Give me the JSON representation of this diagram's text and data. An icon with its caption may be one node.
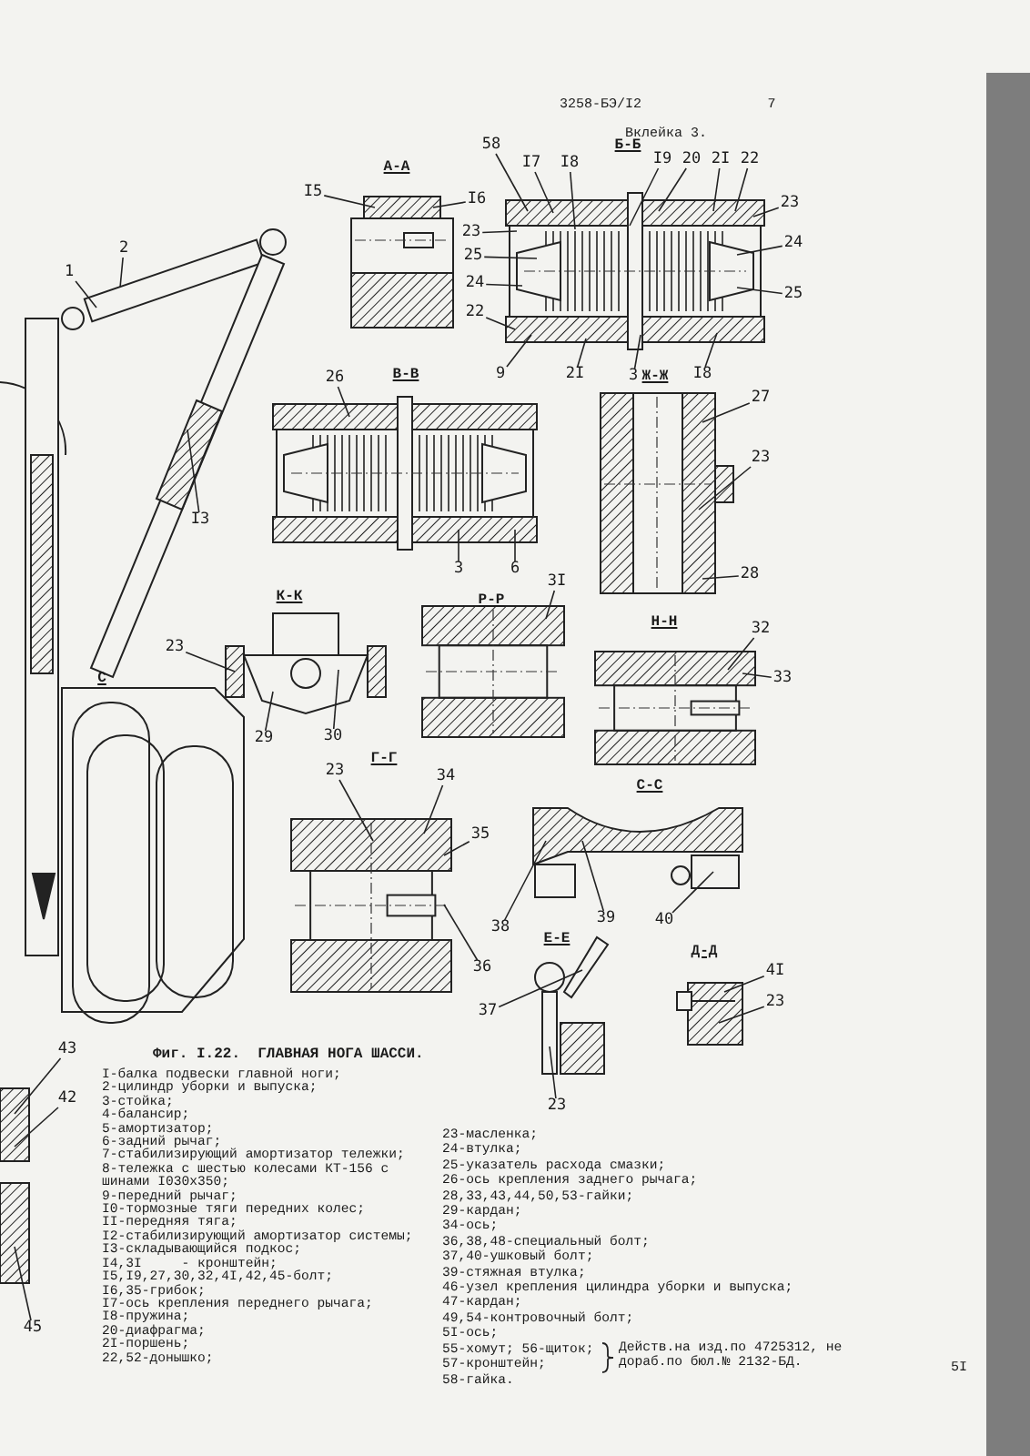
{
  "diagram": {
    "caption": "Фиг. I.22.  ГЛАВНАЯ НОГА ШАССИ.",
    "nodes": [
      {
        "text": [
          "58"
        ]
      },
      {
        "text": [
          "I7"
        ]
      },
      {
        "text": [
          "I8"
        ]
      },
      {
        "text": [
          "I9"
        ]
      },
      {
        "text": [
          "20"
        ]
      },
      {
        "text": [
          "2I"
        ]
      },
      {
        "text": [
          "22"
        ]
      },
      {
        "text": [
          "I5"
        ]
      },
      {
        "text": [
          "I6"
        ]
      },
      {
        "text": [
          "2"
        ]
      },
      {
        "text": [
          "1"
        ]
      },
      {
        "text": [
          "23"
        ]
      },
      {
        "text": [
          "23"
        ]
      },
      {
        "text": [
          "25"
        ]
      },
      {
        "text": [
          "24"
        ]
      },
      {
        "text": [
          "24"
        ]
      },
      {
        "text": [
          "25"
        ]
      },
      {
        "text": [
          "22"
        ]
      },
      {
        "text": [
          "9"
        ]
      },
      {
        "text": [
          "2I"
        ]
      },
      {
        "text": [
          "3"
        ]
      },
      {
        "text": [
          "I8"
        ]
      },
      {
        "text": [
          "26"
        ]
      },
      {
        "text": [
          "27"
        ]
      },
      {
        "text": [
          "23"
        ]
      },
      {
        "text": [
          "I3"
        ]
      },
      {
        "text": [
          "6"
        ]
      },
      {
        "text": [
          "3"
        ]
      },
      {
        "text": [
          "28"
        ]
      },
      {
        "text": [
          "3I"
        ]
      },
      {
        "text": [
          "32"
        ]
      },
      {
        "text": [
          "23"
        ]
      },
      {
        "text": [
          "33"
        ]
      },
      {
        "text": [
          "29"
        ]
      },
      {
        "text": [
          "30"
        ]
      },
      {
        "text": [
          "23"
        ]
      },
      {
        "text": [
          "34"
        ]
      },
      {
        "text": [
          "35"
        ]
      },
      {
        "text": [
          "39"
        ]
      },
      {
        "text": [
          "40"
        ]
      },
      {
        "text": [
          "38"
        ]
      },
      {
        "text": [
          "4I"
        ]
      },
      {
        "text": [
          "36"
        ]
      },
      {
        "text": [
          "23"
        ]
      },
      {
        "text": [
          "37"
        ]
      },
      {
        "text": [
          "43"
        ]
      },
      {
        "text": [
          "42"
        ]
      },
      {
        "text": [
          "23"
        ]
      },
      {
        "text": [
          "45"
        ]
      }
    ],
    "edges": [
      {
        "from": 0,
        "to": null,
        "arrow": "none"
      },
      {
        "from": 1,
        "to": null,
        "arrow": "none"
      },
      {
        "from": 2,
        "to": null,
        "arrow": "none"
      },
      {
        "from": 3,
        "to": null,
        "arrow": "none"
      },
      {
        "from": 4,
        "to": null,
        "arrow": "none"
      },
      {
        "from": 5,
        "to": null,
        "arrow": "none"
      },
      {
        "from": 6,
        "to": null,
        "arrow": "none"
      },
      {
        "from": 7,
        "to": null,
        "arrow": "none"
      },
      {
        "from": 8,
        "to": null,
        "arrow": "none"
      },
      {
        "from": 9,
        "to": null,
        "arrow": "none"
      },
      {
        "from": 10,
        "to": null,
        "arrow": "none"
      },
      {
        "from": 11,
        "to": null,
        "arrow": "none"
      },
      {
        "from": 12,
        "to": null,
        "arrow": "none"
      },
      {
        "from": 13,
        "to": null,
        "arrow": "none"
      },
      {
        "from": 14,
        "to": null,
        "arrow": "none"
      },
      {
        "from": 15,
        "to": null,
        "arrow": "none"
      },
      {
        "from": 16,
        "to": null,
        "arrow": "none"
      },
      {
        "from": 17,
        "to": null,
        "arrow": "none"
      },
      {
        "from": 18,
        "to": null,
        "arrow": "none"
      },
      {
        "from": 19,
        "to": null,
        "arrow": "none"
      },
      {
        "from": 20,
        "to": null,
        "arrow": "none"
      },
      {
        "from": 21,
        "to": null,
        "arrow": "none"
      },
      {
        "from": 22,
        "to": null,
        "arrow": "none"
      },
      {
        "from": 23,
        "to": null,
        "arrow": "none"
      },
      {
        "from": 24,
        "to": null,
        "arrow": "none"
      },
      {
        "from": 25,
        "to": null,
        "arrow": "none"
      },
      {
        "from": 26,
        "to": null,
        "arrow": "none"
      },
      {
        "from": 27,
        "to": null,
        "arrow": "none"
      },
      {
        "from": 28,
        "to": null,
        "arrow": "none"
      },
      {
        "from": 29,
        "to": null,
        "arrow": "none"
      },
      {
        "from": 30,
        "to": null,
        "arrow": "none"
      },
      {
        "from": 31,
        "to": null,
        "arrow": "none"
      },
      {
        "from": 32,
        "to": null,
        "arrow": "none"
      },
      {
        "from": 33,
        "to": null,
        "arrow": "none"
      },
      {
        "from": 34,
        "to": null,
        "arrow": "none"
      },
      {
        "from": 35,
        "to": null,
        "arrow": "none"
      },
      {
        "from": 36,
        "to": null,
        "arrow": "none"
      },
      {
        "from": 37,
        "to": null,
        "arrow": "none"
      },
      {
        "from": 38,
        "to": null,
        "arrow": "none"
      },
      {
        "from": 39,
        "to": null,
        "arrow": "none"
      },
      {
        "from": 40,
        "to": null,
        "arrow": "none"
      },
      {
        "from": 41,
        "to": null,
        "arrow": "none"
      },
      {
        "from": 42,
        "to": null,
        "arrow": "none"
      },
      {
        "from": 43,
        "to": null,
        "arrow": "none"
      },
      {
        "from": 44,
        "to": null,
        "arrow": "none"
      },
      {
        "from": 45,
        "to": null,
        "arrow": "none"
      },
      {
        "from": 46,
        "to": null,
        "arrow": "none"
      },
      {
        "from": 47,
        "to": null,
        "arrow": "none"
      },
      {
        "from": 48,
        "to": null,
        "arrow": "none"
      }
    ],
    "labels": [
      "3258-БЭ/I2",
      "7",
      "Вклейка 3.",
      "А-А",
      "Б-Б",
      "В-В",
      "Ж-Ж",
      "К-К",
      "Р-Р",
      "Н-Н",
      "Г-Г",
      "С-С",
      "Е-Е",
      "Д-Д",
      "С",
      "I-балка подвески главной ноги;",
      "2-цилиндр уборки и выпуска;",
      "3-стойка;",
      "4-балансир;",
      "5-амортизатор;",
      "6-задний рычаг;",
      "7-стабилизирующий амортизатор тележки;",
      "8-тележка с шестью колесами КТ-156 с шинами I030х350;",
      "9-передний рычаг;",
      "I0-тормозные тяги передних колес;",
      "II-передняя тяга;",
      "I2-стабилизирующий амортизатор системы;",
      "I3-складывающийся подкос;",
      "I4,3I     - кронштейн;",
      "I5,I9,27,30,32,4I,42,45-болт;",
      "I6,35-грибок;",
      "I7-ось крепления переднего рычага;",
      "I8-пружина;",
      "20-диафрагма;",
      "2I-поршень;",
      "22,52-донышко;",
      "23-масленка;",
      "24-втулка;",
      "25-указатель расхода смазки;",
      "26-ось крепления заднего рычага;",
      "28,33,43,44,50,53-гайки;",
      "29-кардан;",
      "34-ось;",
      "36,38,48-специальный болт;",
      "37,40-ушковый болт;",
      "39-стяжная втулка;",
      "46-узел крепления цилиндра уборки и выпуска;",
      "47-кардан;",
      "49,54-контровочный болт;",
      "5I-ось;",
      "55-хомут; 56-щиток;",
      "57-кронштейн;",
      "Действ.на изд.по 4725312, не дораб.по бюл.№ 2132-БД.",
      "58-гайка.",
      "5I"
    ]
  }
}
